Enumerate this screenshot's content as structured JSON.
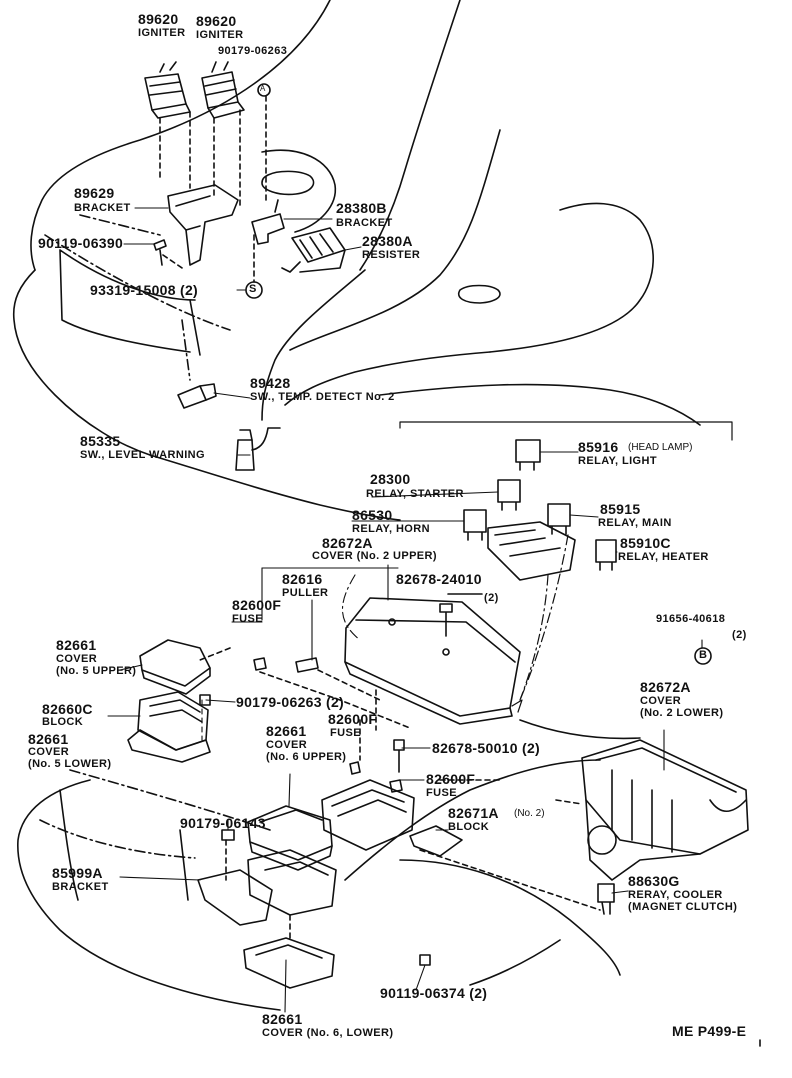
{
  "parts": [
    {
      "id": "ign1",
      "number": "89620",
      "name": "IGNITER"
    },
    {
      "id": "ign2",
      "number": "89620",
      "name": "IGNITER"
    },
    {
      "id": "bolt1",
      "number": "90179-06263",
      "name": ""
    },
    {
      "id": "brk1",
      "number": "89629",
      "name": "BRACKET"
    },
    {
      "id": "brk2",
      "number": "28380B",
      "name": "BRACKET"
    },
    {
      "id": "bolt2",
      "number": "90119-06390",
      "name": ""
    },
    {
      "id": "res",
      "number": "28380A",
      "name": "RESISTER"
    },
    {
      "id": "scr",
      "number": "93319-15008 (2)",
      "name": ""
    },
    {
      "id": "swt",
      "number": "89428",
      "name": "SW., TEMP. DETECT No. 2"
    },
    {
      "id": "swl",
      "number": "85335",
      "name": "SW., LEVEL WARNING"
    },
    {
      "id": "rhl",
      "number": "85916",
      "qual": "(HEAD LAMP)",
      "name": "RELAY, LIGHT"
    },
    {
      "id": "rst",
      "number": "28300",
      "name": "RELAY, STARTER"
    },
    {
      "id": "rhn",
      "number": "86530",
      "name": "RELAY, HORN"
    },
    {
      "id": "rmn",
      "number": "85915",
      "name": "RELAY, MAIN"
    },
    {
      "id": "cv2u",
      "number": "82672A",
      "name": "COVER (No. 2 UPPER)"
    },
    {
      "id": "rht",
      "number": "85910C",
      "name": "RELAY, HEATER"
    },
    {
      "id": "pul",
      "number": "82616",
      "name": "PULLER"
    },
    {
      "id": "bolt3",
      "number": "82678-24010",
      "name": "(2)"
    },
    {
      "id": "fuse1",
      "number": "82600F",
      "name": "FUSE"
    },
    {
      "id": "bolt4",
      "number": "91656-40618",
      "name": "(2)"
    },
    {
      "id": "cv5u",
      "number": "82661",
      "name": "COVER",
      "name2": "(No. 5 UPPER)"
    },
    {
      "id": "blk",
      "number": "82660C",
      "name": "BLOCK"
    },
    {
      "id": "bolt5",
      "number": "90179-06263 (2)",
      "name": ""
    },
    {
      "id": "cv2l",
      "number": "82672A",
      "name": "COVER",
      "name2": "(No. 2 LOWER)"
    },
    {
      "id": "cv5l",
      "number": "82661",
      "name": "COVER",
      "name2": "(No. 5 LOWER)"
    },
    {
      "id": "fuse2",
      "number": "82600F",
      "name": "FUSE"
    },
    {
      "id": "cv6u",
      "number": "82661",
      "name": "COVER",
      "name2": "(No. 6 UPPER)"
    },
    {
      "id": "bolt6",
      "number": "82678-50010 (2)",
      "name": ""
    },
    {
      "id": "fuse3",
      "number": "82600F",
      "name": "FUSE"
    },
    {
      "id": "bolt7",
      "number": "90179-06143",
      "name": ""
    },
    {
      "id": "blk2",
      "number": "82671A",
      "qual": "(No. 2)",
      "name": "BLOCK"
    },
    {
      "id": "brk3",
      "number": "85999A",
      "name": "BRACKET"
    },
    {
      "id": "rcl",
      "number": "88630G",
      "name": "RERAY, COOLER",
      "name2": "(MAGNET CLUTCH)"
    },
    {
      "id": "bolt8",
      "number": "90119-06374 (2)",
      "name": ""
    },
    {
      "id": "cv6l",
      "number": "82661",
      "name": "COVER (No. 6, LOWER)"
    }
  ],
  "markers": {
    "a": "A",
    "s": "S",
    "b": "B"
  },
  "footer": {
    "code": "ME P499-E"
  }
}
